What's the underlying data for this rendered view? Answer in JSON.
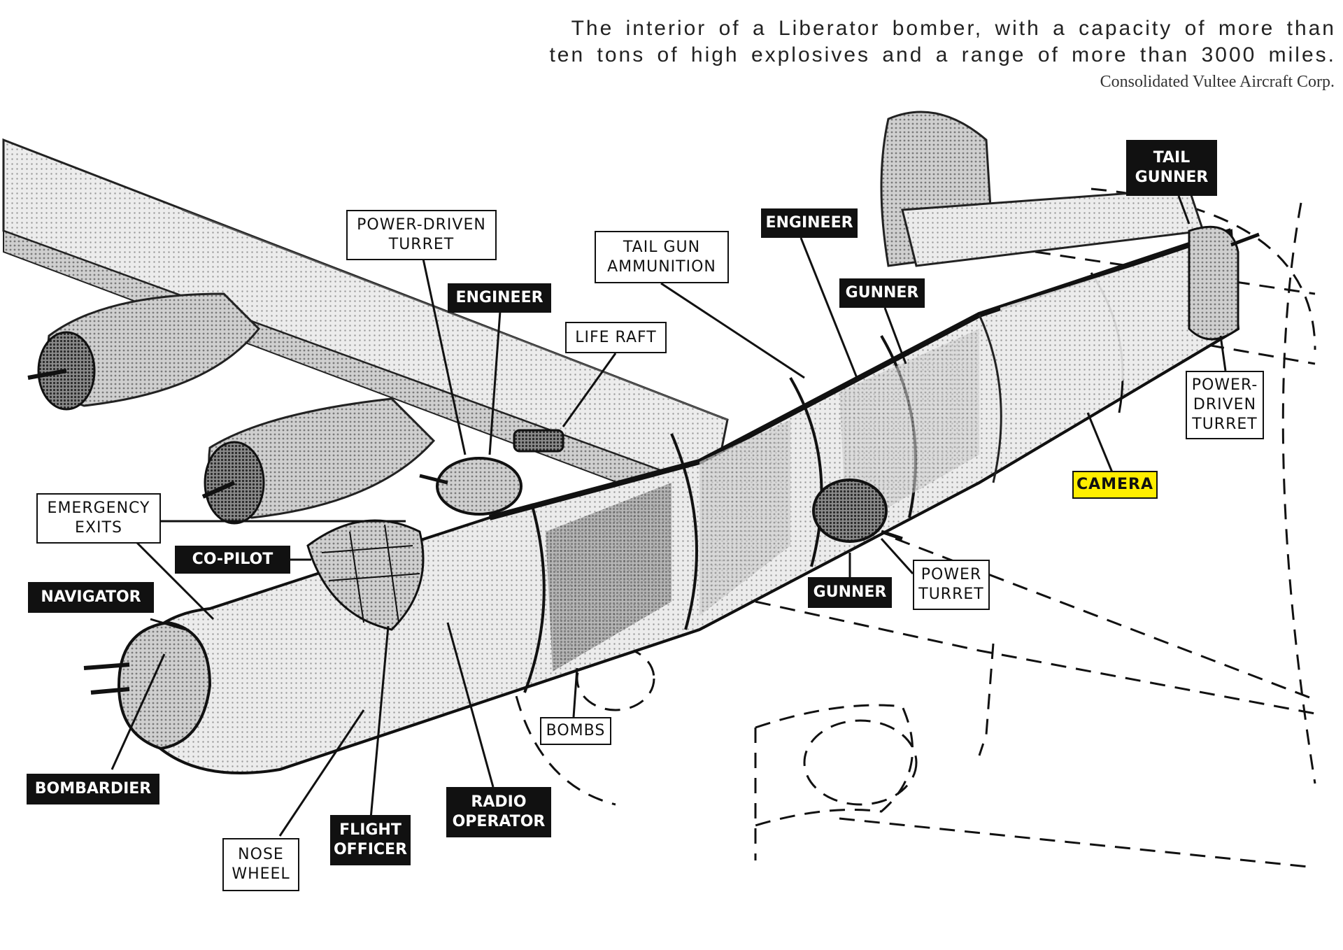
{
  "caption": {
    "line1": "The interior of a Liberator bomber, with a capacity of more than",
    "line2": "ten tons of high explosives and a range of more than 3000 miles.",
    "credit": "Consolidated Vultee Aircraft Corp."
  },
  "labels": [
    {
      "id": "power-driven-turret-top",
      "text": "POWER-DRIVEN\nTURRET",
      "style": "light"
    },
    {
      "id": "engineer-front",
      "text": "ENGINEER",
      "style": "dark"
    },
    {
      "id": "life-raft",
      "text": "LIFE RAFT",
      "style": "light"
    },
    {
      "id": "tail-gun-ammunition",
      "text": "TAIL GUN\nAMMUNITION",
      "style": "light"
    },
    {
      "id": "engineer-rear",
      "text": "ENGINEER",
      "style": "dark"
    },
    {
      "id": "gunner-waist",
      "text": "GUNNER",
      "style": "dark"
    },
    {
      "id": "tail-gunner",
      "text": "TAIL\nGUNNER",
      "style": "dark"
    },
    {
      "id": "power-driven-turret-tail",
      "text": "POWER-\nDRIVEN\nTURRET",
      "style": "light"
    },
    {
      "id": "camera",
      "text": "CAMERA",
      "style": "yellow"
    },
    {
      "id": "emergency-exits",
      "text": "EMERGENCY\nEXITS",
      "style": "light"
    },
    {
      "id": "co-pilot",
      "text": "CO-PILOT",
      "style": "dark"
    },
    {
      "id": "navigator",
      "text": "NAVIGATOR",
      "style": "dark"
    },
    {
      "id": "bombardier",
      "text": "BOMBARDIER",
      "style": "dark"
    },
    {
      "id": "gunner-belly",
      "text": "GUNNER",
      "style": "dark"
    },
    {
      "id": "power-turret",
      "text": "POWER\nTURRET",
      "style": "light"
    },
    {
      "id": "bombs",
      "text": "BOMBS",
      "style": "light"
    },
    {
      "id": "nose-wheel",
      "text": "NOSE\nWHEEL",
      "style": "light"
    },
    {
      "id": "flight-officer",
      "text": "FLIGHT\nOFFICER",
      "style": "dark"
    },
    {
      "id": "radio-operator",
      "text": "RADIO\nOPERATOR",
      "style": "dark"
    }
  ]
}
